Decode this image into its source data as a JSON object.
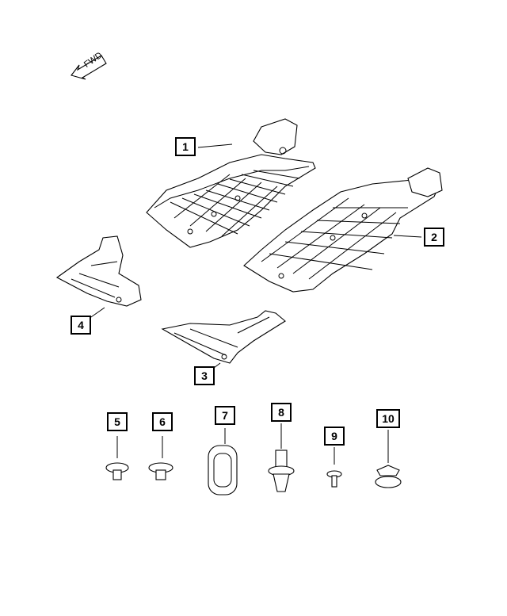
{
  "orientation": {
    "label": "FWD",
    "icon": "arrow-icon"
  },
  "callouts": [
    {
      "id": "1",
      "part": "front underbody shield"
    },
    {
      "id": "2",
      "part": "rear underbody shield"
    },
    {
      "id": "3",
      "part": "side shield"
    },
    {
      "id": "4",
      "part": "side shield"
    },
    {
      "id": "5",
      "part": "push pin"
    },
    {
      "id": "6",
      "part": "push pin"
    },
    {
      "id": "7",
      "part": "grommet"
    },
    {
      "id": "8",
      "part": "push pin"
    },
    {
      "id": "9",
      "part": "bolt"
    },
    {
      "id": "10",
      "part": "nut"
    }
  ],
  "labels": {
    "c1": "1",
    "c2": "2",
    "c3": "3",
    "c4": "4",
    "c5": "5",
    "c6": "6",
    "c7": "7",
    "c8": "8",
    "c9": "9",
    "c10": "10",
    "fwd": "FWD"
  }
}
